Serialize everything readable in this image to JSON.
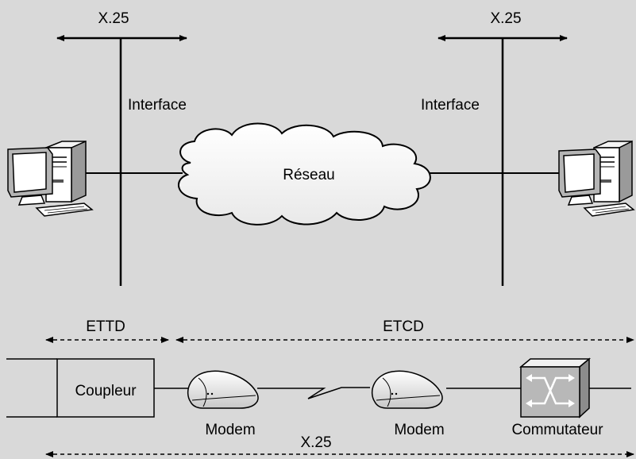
{
  "top": {
    "left_protocol": "X.25",
    "right_protocol": "X.25",
    "left_interface": "Interface",
    "right_interface": "Interface",
    "network": "Réseau"
  },
  "bottom": {
    "ettd": "ETTD",
    "etcd": "ETCD",
    "coupler": "Coupleur",
    "modem_left": "Modem",
    "modem_right": "Modem",
    "switch": "Commutateur",
    "bottom_protocol": "X.25"
  },
  "colors": {
    "background": "#d9d9d9",
    "line": "#000000"
  },
  "icons": [
    "computer-icon",
    "cloud-icon",
    "modem-icon",
    "switch-icon",
    "lightning-link-icon"
  ]
}
